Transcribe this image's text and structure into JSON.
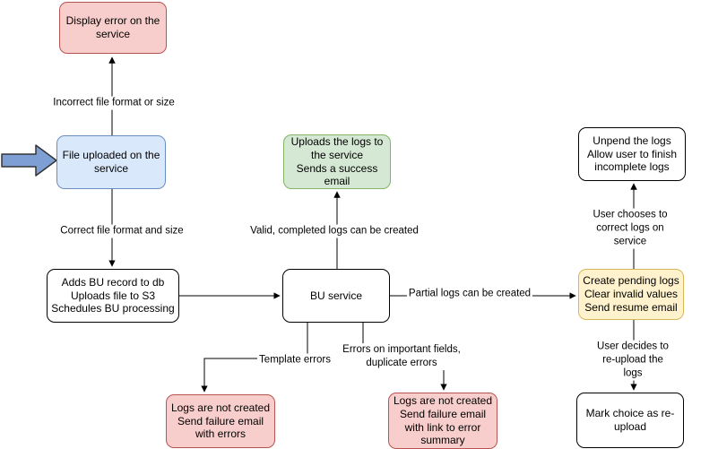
{
  "diagram": {
    "nodes": {
      "display_error": {
        "text": "Display error on the service",
        "kind": "error"
      },
      "file_uploaded": {
        "text": "File uploaded on the service",
        "kind": "info"
      },
      "adds_bu_record": {
        "text": "Adds BU record to db\nUploads file to S3\nSchedules BU processing",
        "kind": "neutral"
      },
      "bu_service": {
        "text": "BU service",
        "kind": "neutral"
      },
      "uploads_logs": {
        "text": "Uploads the logs to the service\nSends a success email",
        "kind": "success"
      },
      "create_pending_logs": {
        "text": "Create pending logs\nClear invalid values\nSend resume email",
        "kind": "pending"
      },
      "unpend_logs": {
        "text": "Unpend the logs\nAllow user to finish incomplete logs",
        "kind": "neutral"
      },
      "mark_choice_reupload": {
        "text": "Mark choice as re-upload",
        "kind": "neutral"
      },
      "logs_not_created_errors": {
        "text": "Logs are not created\nSend failure email with errors",
        "kind": "error"
      },
      "logs_not_created_summary": {
        "text": "Logs are not created\nSend failure email with link to error summary",
        "kind": "error"
      }
    },
    "edge_labels": {
      "incorrect_format": "Incorrect file format or size",
      "correct_format": "Correct file format and size",
      "valid_logs": "Valid, completed logs can be created",
      "partial_logs": "Partial logs can be created",
      "template_errors": "Template errors",
      "important_field_errors": "Errors on important fields,\nduplicate errors",
      "user_corrects": "User chooses to correct logs on service",
      "user_reuploads": "User decides to re-upload the logs"
    },
    "colors": {
      "error_fill": "#f8cecc",
      "error_stroke": "#b85450",
      "info_fill": "#dae8fc",
      "info_stroke": "#6c8ebf",
      "success_fill": "#d5e8d4",
      "success_stroke": "#82b366",
      "pending_fill": "#fff2cc",
      "pending_stroke": "#d6b656",
      "neutral_fill": "#ffffff",
      "neutral_stroke": "#000000",
      "entry_arrow_fill": "#7e9fd4",
      "connector": "#000000"
    }
  }
}
